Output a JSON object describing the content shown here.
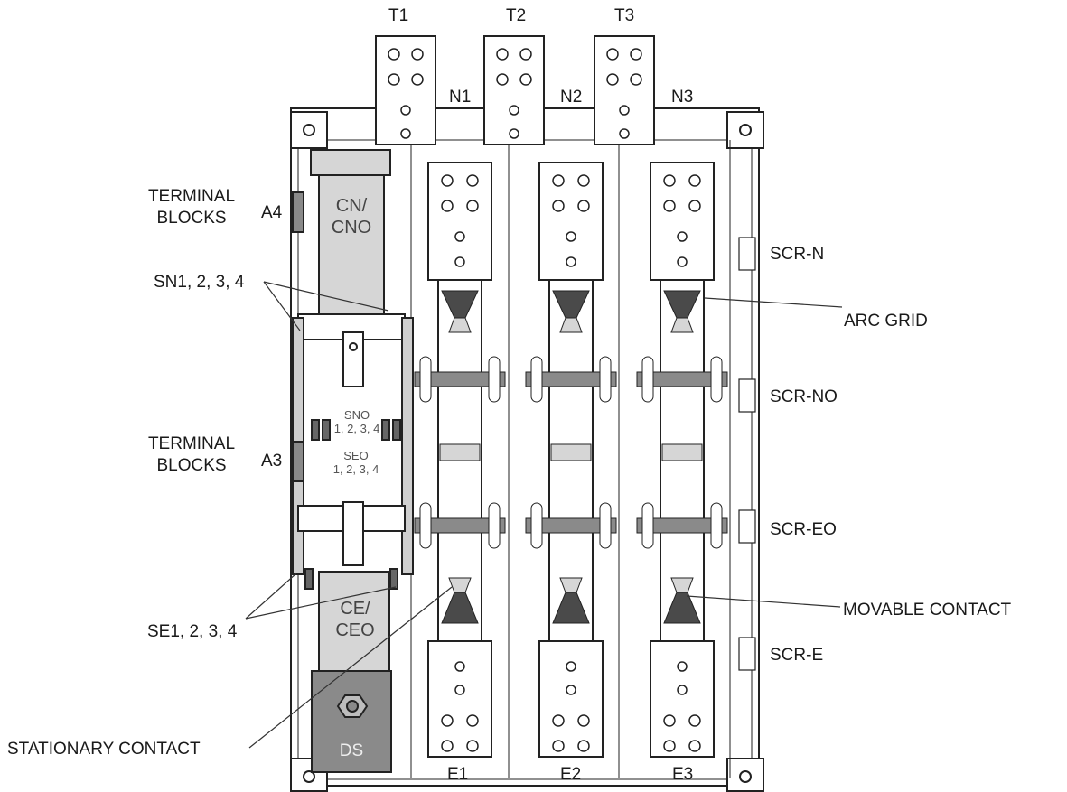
{
  "top_terminals": [
    "T1",
    "T2",
    "T3"
  ],
  "line_terminals": [
    "N1",
    "N2",
    "N3"
  ],
  "bottom_terminals": [
    "E1",
    "E2",
    "E3"
  ],
  "left_labels": {
    "terminal_blocks_upper": [
      "TERMINAL",
      "BLOCKS"
    ],
    "a4": "A4",
    "sn": "SN1, 2, 3, 4",
    "terminal_blocks_lower": [
      "TERMINAL",
      "BLOCKS"
    ],
    "a3": "A3",
    "se": "SE1, 2, 3, 4",
    "stationary_contact": "STATIONARY CONTACT"
  },
  "right_labels": {
    "scr_n": "SCR-N",
    "arc_grid": "ARC GRID",
    "scr_no": "SCR-NO",
    "scr_eo": "SCR-EO",
    "movable_contact": "MOVABLE CONTACT",
    "scr_e": "SCR-E"
  },
  "component_labels": {
    "cn_top": "CN/",
    "cn_bottom": "CNO",
    "sno_top": "SNO",
    "sno_bottom": "1, 2, 3, 4",
    "seo_top": "SEO",
    "seo_bottom": "1, 2, 3, 4",
    "ce_top": "CE/",
    "ce_bottom": "CEO",
    "ds": "DS"
  },
  "colors": {
    "line": "#222222",
    "fill_grey": "#d6d6d6",
    "fill_dark": "#8a8a8a",
    "arc_dark": "#4a4a4a"
  }
}
